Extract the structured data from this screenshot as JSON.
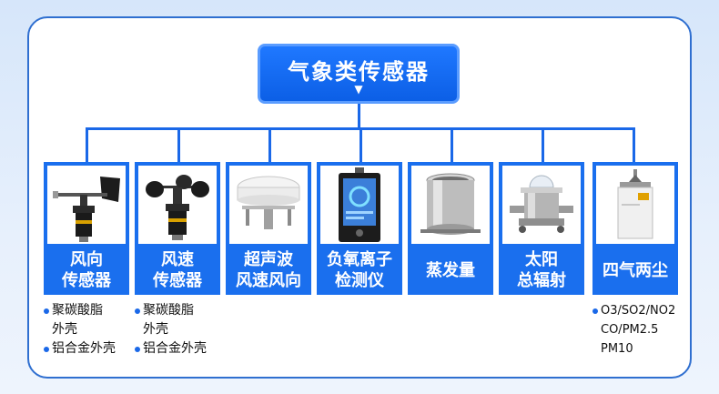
{
  "title": "气象类传感器",
  "title_arrow": "▼",
  "colors": {
    "accent": "#1a6fee",
    "line": "#1a68e8"
  },
  "cards": [
    {
      "lines": [
        "风向",
        "传感器"
      ],
      "icon": "wind-vane-icon"
    },
    {
      "lines": [
        "风速",
        "传感器"
      ],
      "icon": "anemometer-icon"
    },
    {
      "lines": [
        "超声波",
        "风速风向"
      ],
      "icon": "ultrasonic-sensor-icon"
    },
    {
      "lines": [
        "负氧离子",
        "检测仪"
      ],
      "icon": "ion-detector-icon"
    },
    {
      "lines": [
        "蒸发量"
      ],
      "icon": "evaporation-pan-icon"
    },
    {
      "lines": [
        "太阳",
        "总辐射"
      ],
      "icon": "solar-radiation-icon"
    },
    {
      "lines": [
        "四气两尘"
      ],
      "icon": "gas-dust-box-icon"
    }
  ],
  "notes": {
    "card1": [
      {
        "bullet": true,
        "text": "聚碳酸脂"
      },
      {
        "bullet": false,
        "text": "外壳"
      },
      {
        "bullet": true,
        "text": "铝合金外壳"
      }
    ],
    "card2": [
      {
        "bullet": true,
        "text": "聚碳酸脂"
      },
      {
        "bullet": false,
        "text": "外壳"
      },
      {
        "bullet": true,
        "text": "铝合金外壳"
      }
    ],
    "card7": [
      {
        "bullet": true,
        "text": "O3/SO2/NO2"
      },
      {
        "bullet": false,
        "text": "CO/PM2.5"
      },
      {
        "bullet": false,
        "text": "PM10"
      }
    ]
  }
}
